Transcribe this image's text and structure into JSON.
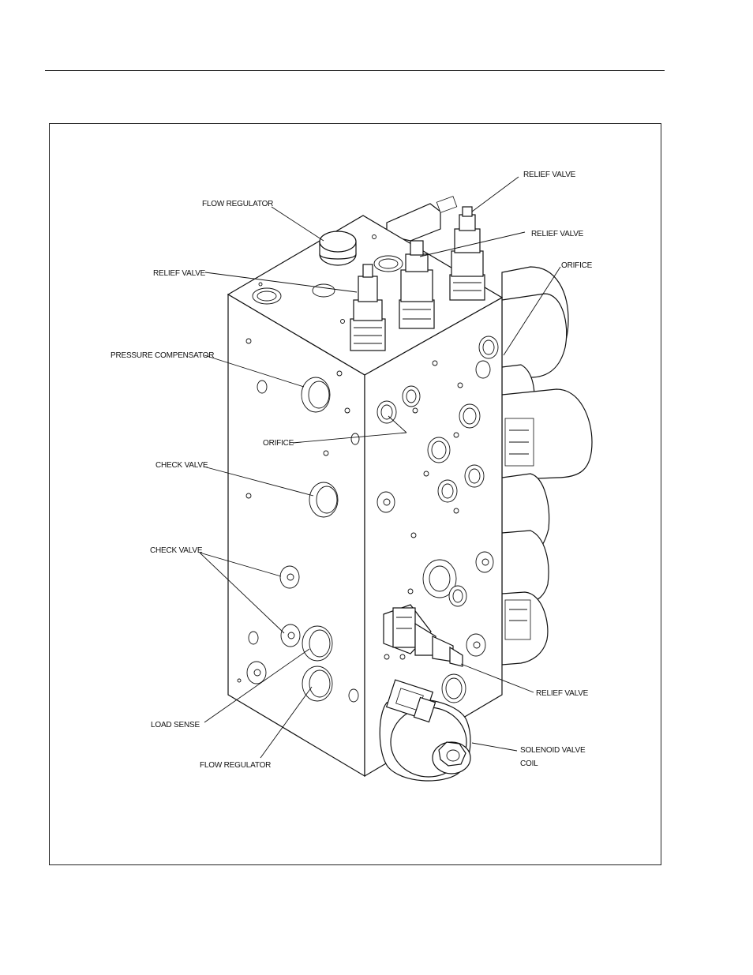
{
  "labels": {
    "flow_regulator_top": "FLOW REGULATOR",
    "relief_valve_left": "RELIEF VALVE",
    "pressure_compensator": "PRESSURE COMPENSATOR",
    "orifice_center": "ORIFICE",
    "check_valve_upper": "CHECK VALVE",
    "check_valve_lower": "CHECK VALVE",
    "load_sense": "LOAD SENSE",
    "flow_regulator_bottom": "FLOW REGULATOR",
    "relief_valve_top_right": "RELIEF VALVE",
    "relief_valve_mid_right": "RELIEF VALVE",
    "orifice_right": "ORIFICE",
    "relief_valve_lower_right": "RELIEF VALVE",
    "solenoid_valve_coil_line1": "SOLENOID VALVE",
    "solenoid_valve_coil_line2": "COIL"
  }
}
